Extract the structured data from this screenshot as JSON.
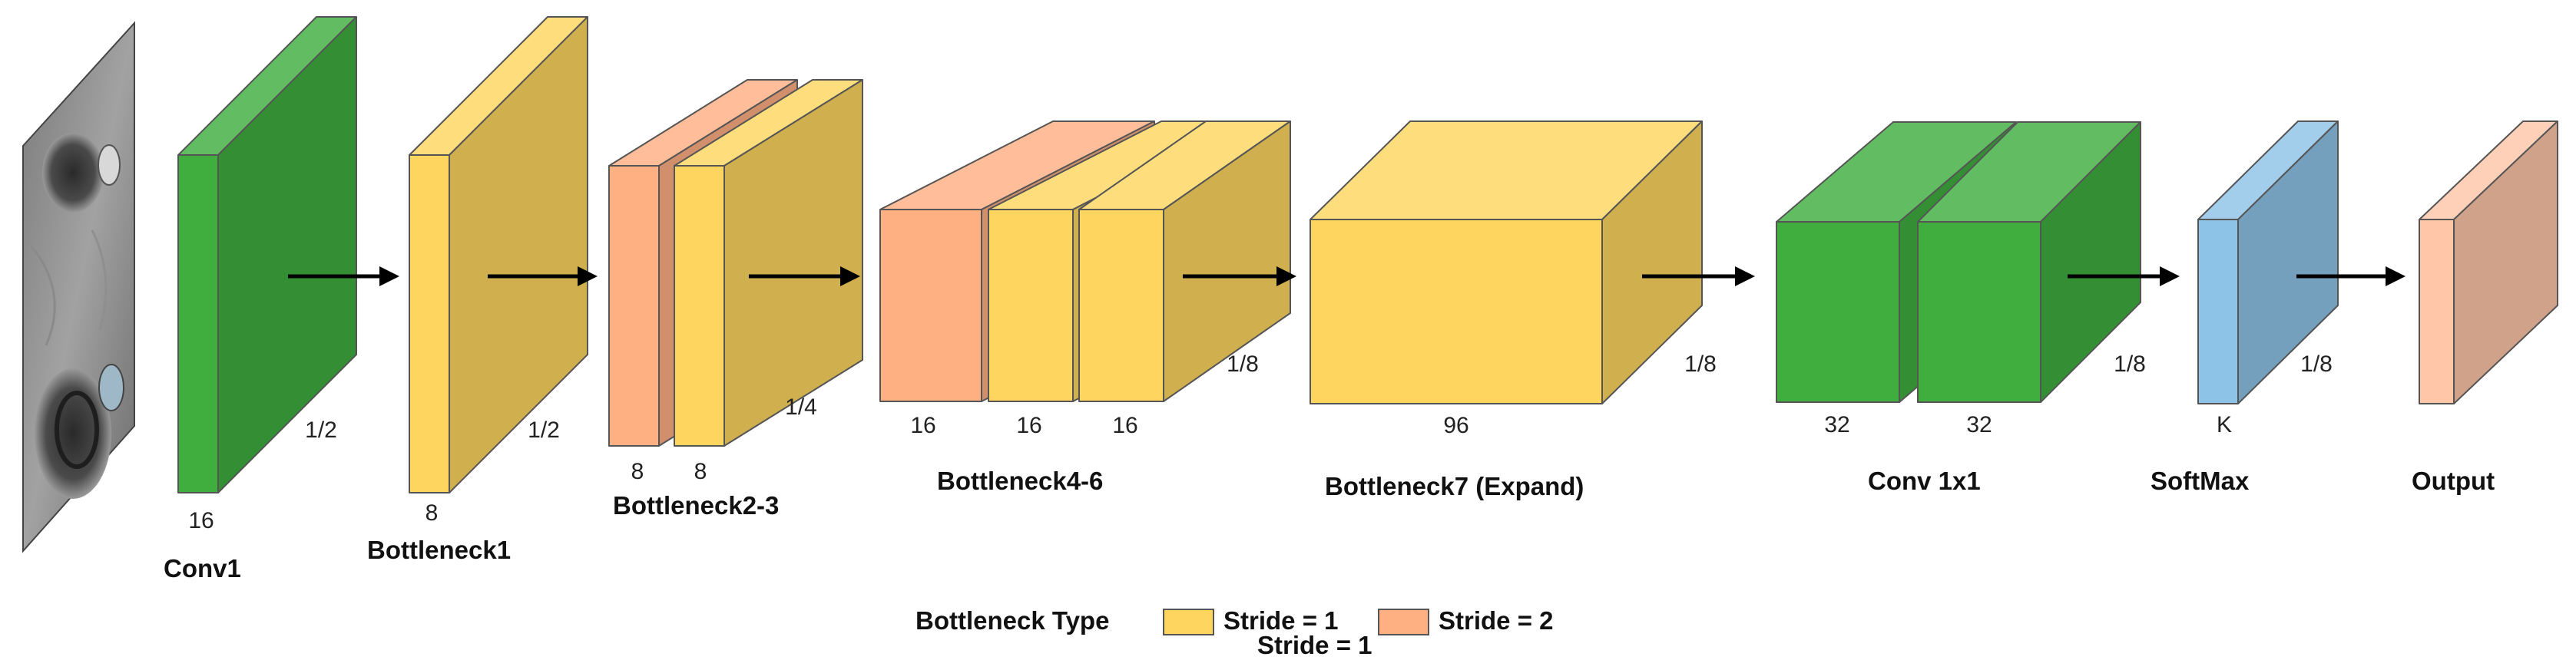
{
  "colors": {
    "green": "#3fae3f",
    "yellow": "#fdd55f",
    "salmon": "#ffb083",
    "blue": "#8ec3e8",
    "peach": "#ffc6a8",
    "arrow": "#000000"
  },
  "stages": [
    {
      "name": "Conv1",
      "channel_labels": [
        "16"
      ],
      "scale_label": "1/2"
    },
    {
      "name": "Bottleneck1",
      "channel_labels": [
        "8"
      ],
      "scale_label": "1/2"
    },
    {
      "name": "Bottleneck2-3",
      "channel_labels": [
        "8",
        "8"
      ],
      "scale_label": "1/4"
    },
    {
      "name": "Bottleneck4-6",
      "channel_labels": [
        "16",
        "16",
        "16"
      ],
      "scale_label": "1/8"
    },
    {
      "name": "Bottleneck7 (Expand)",
      "channel_labels": [
        "96"
      ],
      "scale_label": "1/8"
    },
    {
      "name": "Conv 1x1",
      "channel_labels": [
        "32",
        "32"
      ],
      "scale_label": "1/8"
    },
    {
      "name": "SoftMax",
      "channel_labels": [
        "K"
      ],
      "scale_label": "1/8"
    },
    {
      "name": "Output",
      "channel_labels": [],
      "scale_label": ""
    }
  ],
  "legend": {
    "title": "Bottleneck Type",
    "items": [
      {
        "label": "Stride = 1",
        "color": "yellow"
      },
      {
        "label": "Stride = 2",
        "color": "salmon"
      }
    ],
    "extra_label": "Stride = 1"
  }
}
